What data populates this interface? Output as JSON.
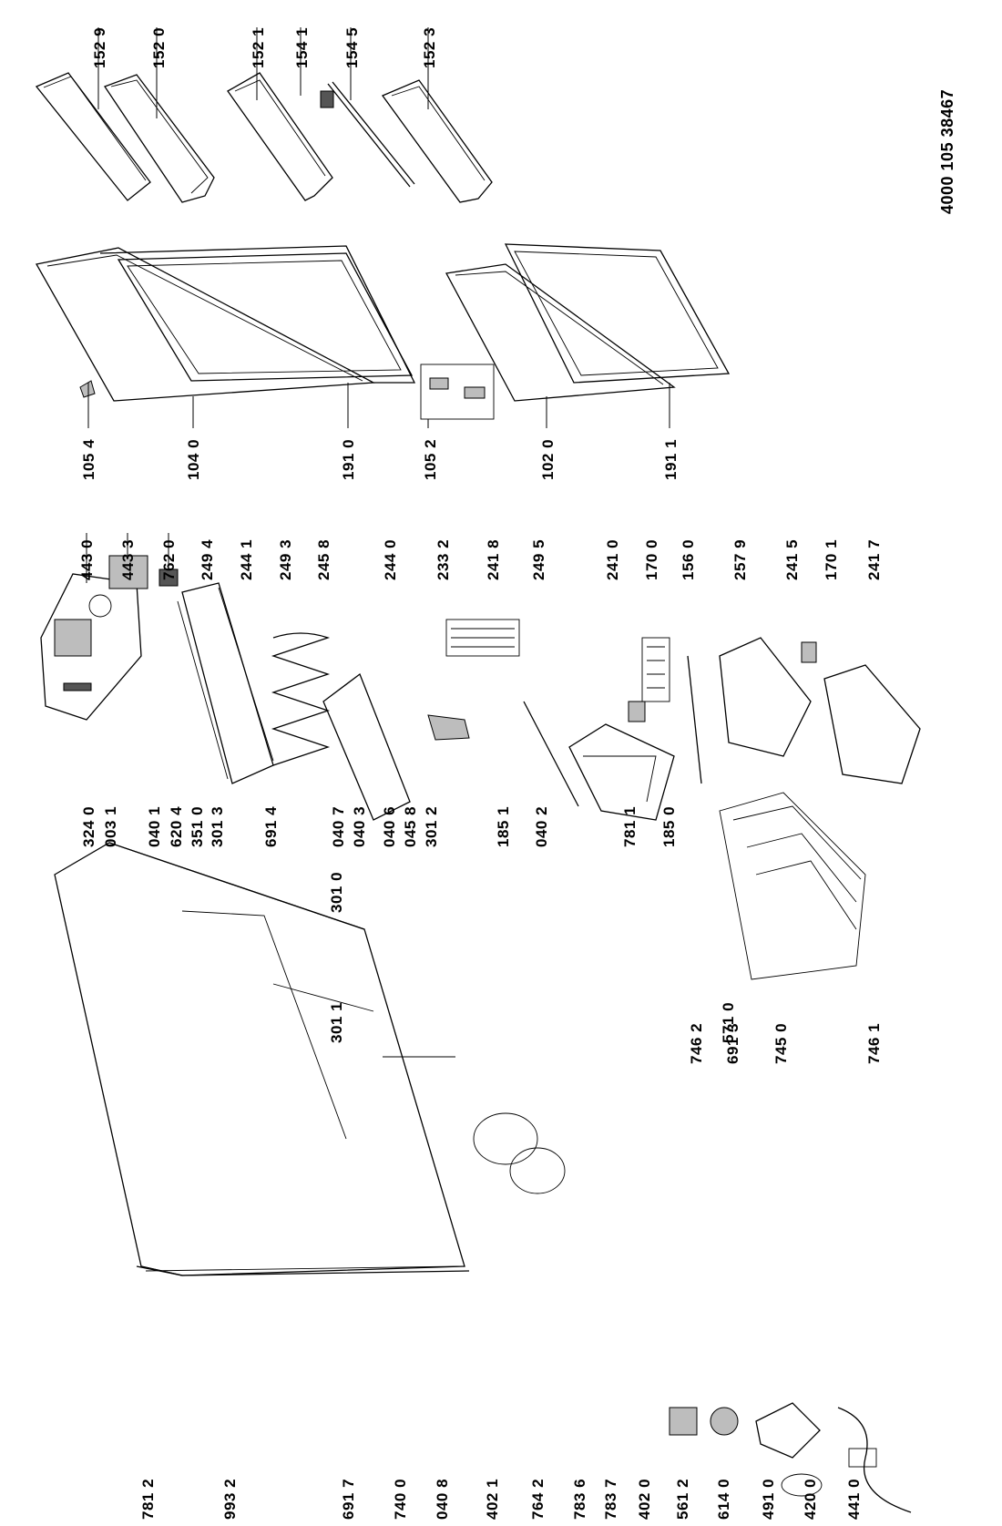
{
  "diagram": {
    "model_number": "4000 105 38467",
    "labels": [
      "152 9",
      "152 0",
      "152 1",
      "154 1",
      "154 5",
      "152 3",
      "105 4",
      "104 0",
      "191 0",
      "105 2",
      "102 0",
      "191 1",
      "443 0",
      "443 3",
      "762 0",
      "249 4",
      "244 1",
      "249 3",
      "245 8",
      "244 0",
      "233 2",
      "241 8",
      "249 5",
      "241 0",
      "170 0",
      "156 0",
      "257 9",
      "241 5",
      "170 1",
      "241 7",
      "324 0",
      "003 1",
      "040 1",
      "620 4",
      "351 0",
      "301 3",
      "691 4",
      "040 7",
      "040 3",
      "040 6",
      "045 8",
      "301 2",
      "185 1",
      "040 2",
      "781 1",
      "185 0",
      "301 0",
      "301 1",
      "571 0",
      "746 2",
      "691 3",
      "745 0",
      "746 1",
      "781 2",
      "993 2",
      "691 7",
      "740 0",
      "040 8",
      "402 1",
      "764 2",
      "783 6",
      "783 7",
      "402 0",
      "561 2",
      "614 0",
      "491 0",
      "420 0",
      "441 0"
    ]
  }
}
